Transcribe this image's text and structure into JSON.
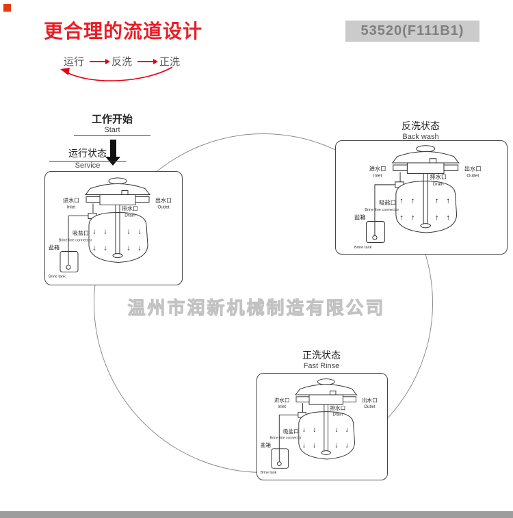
{
  "page": {
    "title": "更合理的流道设计",
    "model": "53520(F111B1)",
    "watermark": "温州市润新机械制造有限公司",
    "accent_color": "#e60012"
  },
  "legend": {
    "steps": [
      "运行",
      "反洗",
      "正洗"
    ]
  },
  "start": {
    "zh": "工作开始",
    "en": "Start"
  },
  "diagrams": [
    {
      "key": "service",
      "title_zh": "运行状态",
      "title_en": "Service",
      "flow_arrow": "↓",
      "labels": {
        "inlet_zh": "进水口",
        "inlet_en": "Inlet",
        "drain_zh": "排水口",
        "drain_en": "Drain",
        "outlet_zh": "出水口",
        "outlet_en": "Outlet",
        "brine_zh": "吸盐口",
        "brine_en": "Brine line connector",
        "tank_zh": "盐箱",
        "tank_en": "Brine tank"
      }
    },
    {
      "key": "backwash",
      "title_zh": "反洗状态",
      "title_en": "Back wash",
      "flow_arrow": "↑",
      "labels": {
        "inlet_zh": "进水口",
        "inlet_en": "Inlet",
        "drain_zh": "排水口",
        "drain_en": "Drain",
        "outlet_zh": "出水口",
        "outlet_en": "Outlet",
        "brine_zh": "吸盐口",
        "brine_en": "Brine line connector",
        "tank_zh": "盐箱",
        "tank_en": "Brine tank"
      }
    },
    {
      "key": "fastrinse",
      "title_zh": "正洗状态",
      "title_en": "Fast Rinse",
      "flow_arrow": "↓",
      "labels": {
        "inlet_zh": "进水口",
        "inlet_en": "Inlet",
        "drain_zh": "排水口",
        "drain_en": "Drain",
        "outlet_zh": "出水口",
        "outlet_en": "Outlet",
        "brine_zh": "吸盐口",
        "brine_en": "Brine line connector",
        "tank_zh": "盐箱",
        "tank_en": "Brine tank"
      }
    }
  ]
}
